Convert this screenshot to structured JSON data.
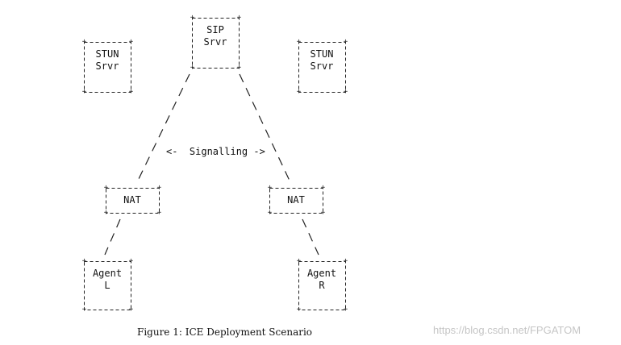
{
  "diagram": {
    "boxes": [
      {
        "id": "sip",
        "lines": [
          "SIP",
          "Srvr"
        ]
      },
      {
        "id": "stun-left",
        "lines": [
          "STUN",
          "Srvr"
        ]
      },
      {
        "id": "stun-right",
        "lines": [
          "STUN",
          "Srvr"
        ]
      },
      {
        "id": "nat-left",
        "lines": [
          "NAT"
        ]
      },
      {
        "id": "nat-right",
        "lines": [
          "NAT"
        ]
      },
      {
        "id": "agent-left",
        "lines": [
          "Agent",
          "L"
        ]
      },
      {
        "id": "agent-right",
        "lines": [
          "Agent",
          "R"
        ]
      }
    ],
    "signalling_label": "<-  Signalling ->",
    "caption": "Figure 1: ICE Deployment Scenario",
    "watermark": "https://blog.csdn.net/FPGATOM"
  }
}
